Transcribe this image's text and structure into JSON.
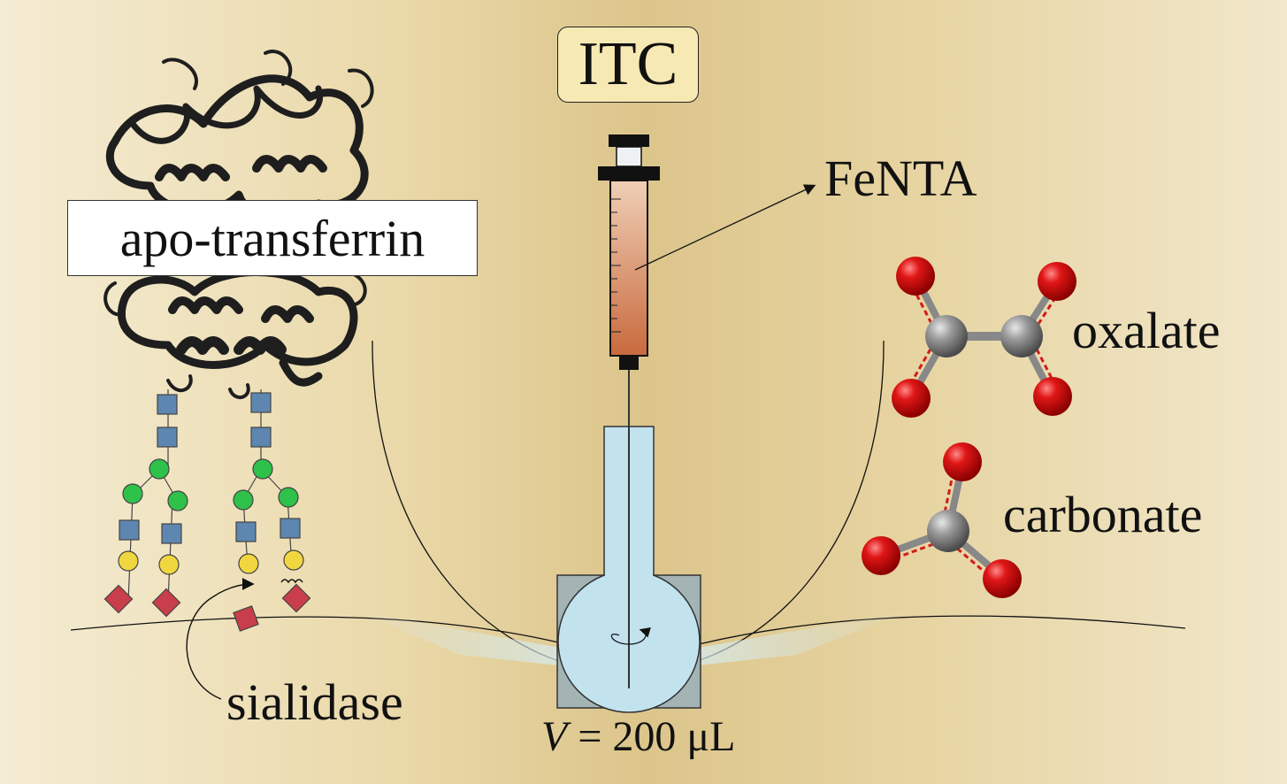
{
  "title": "ITC",
  "protein_label": "apo-transferrin",
  "titrant_label": "FeNTA",
  "anion1_label": "oxalate",
  "anion2_label": "carbonate",
  "enzyme_label": "sialidase",
  "volume_label": {
    "symbol": "V",
    "value": "= 200 μL"
  },
  "colors": {
    "oxygen": "#d01c1c",
    "carbon": "#8c8c8c",
    "glcnac": "#5d87b0",
    "mannose": "#2ec24a",
    "galactose": "#f0d740",
    "sialic_acid": "#c83e4a",
    "cell_liquid": "#c2e3ee",
    "syringe_fill": "#d4805a"
  },
  "icons": [
    "transferrin-ribbon-icon",
    "syringe-icon",
    "calorimeter-cell-icon",
    "stir-arrow-icon",
    "oxalate-molecule-icon",
    "carbonate-molecule-icon",
    "glycan-chain-icon"
  ]
}
